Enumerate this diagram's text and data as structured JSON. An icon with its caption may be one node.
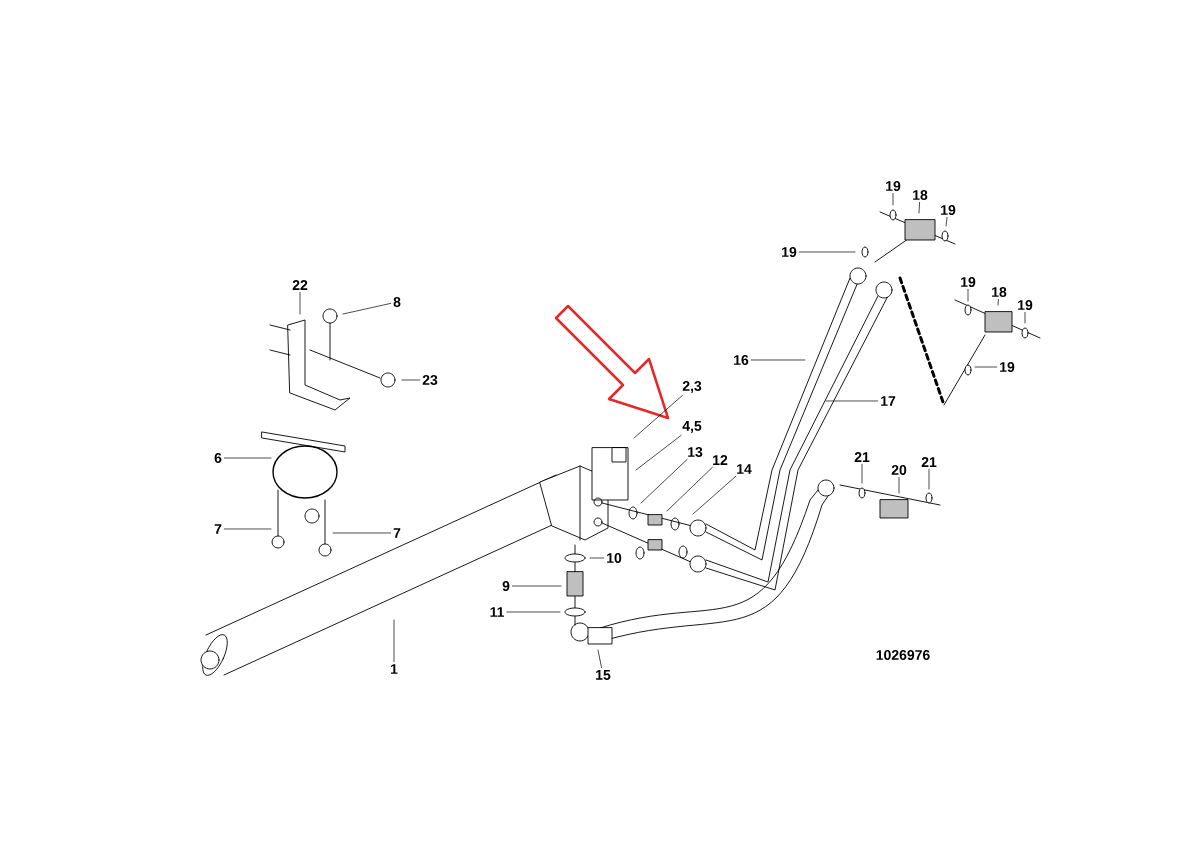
{
  "diagram": {
    "nodes": [
      {
        "text": [
          "19"
        ]
      },
      {
        "text": [
          "18"
        ]
      },
      {
        "text": [
          "19"
        ]
      },
      {
        "text": [
          "19"
        ]
      },
      {
        "text": [
          "22"
        ]
      },
      {
        "text": [
          "19"
        ]
      },
      {
        "text": [
          "18"
        ]
      },
      {
        "text": [
          "19"
        ]
      },
      {
        "text": [
          "8"
        ]
      },
      {
        "text": [
          "16"
        ]
      },
      {
        "text": [
          "19"
        ]
      },
      {
        "text": [
          "23"
        ]
      },
      {
        "text": [
          "2,3"
        ]
      },
      {
        "text": [
          "17"
        ]
      },
      {
        "text": [
          "4,5"
        ]
      },
      {
        "text": [
          "6"
        ]
      },
      {
        "text": [
          "21"
        ]
      },
      {
        "text": [
          "13"
        ]
      },
      {
        "text": [
          "20"
        ]
      },
      {
        "text": [
          "21"
        ]
      },
      {
        "text": [
          "12"
        ]
      },
      {
        "text": [
          "14"
        ]
      },
      {
        "text": [
          "7"
        ]
      },
      {
        "text": [
          "7"
        ]
      },
      {
        "text": [
          "10"
        ]
      },
      {
        "text": [
          "9"
        ]
      },
      {
        "text": [
          "11"
        ]
      },
      {
        "text": [
          "1"
        ]
      },
      {
        "text": [
          "15"
        ]
      }
    ],
    "edges": [
      {
        "from": 0,
        "to": null,
        "arrow": "none"
      },
      {
        "from": 1,
        "to": null,
        "arrow": "none"
      },
      {
        "from": 2,
        "to": null,
        "arrow": "none"
      },
      {
        "from": 3,
        "to": null,
        "arrow": "none"
      },
      {
        "from": 4,
        "to": null,
        "arrow": "none"
      },
      {
        "from": 5,
        "to": null,
        "arrow": "none"
      },
      {
        "from": 6,
        "to": null,
        "arrow": "none"
      },
      {
        "from": 7,
        "to": null,
        "arrow": "none"
      },
      {
        "from": 8,
        "to": null,
        "arrow": "none"
      },
      {
        "from": 9,
        "to": null,
        "arrow": "none"
      },
      {
        "from": 10,
        "to": null,
        "arrow": "none"
      },
      {
        "from": 11,
        "to": null,
        "arrow": "none"
      },
      {
        "from": 12,
        "to": null,
        "arrow": "none"
      },
      {
        "from": 13,
        "to": null,
        "arrow": "none"
      },
      {
        "from": 14,
        "to": null,
        "arrow": "none"
      },
      {
        "from": 15,
        "to": null,
        "arrow": "none"
      },
      {
        "from": 16,
        "to": null,
        "arrow": "none"
      },
      {
        "from": 17,
        "to": null,
        "arrow": "none"
      },
      {
        "from": 18,
        "to": null,
        "arrow": "none"
      },
      {
        "from": 19,
        "to": null,
        "arrow": "none"
      },
      {
        "from": 20,
        "to": null,
        "arrow": "none"
      },
      {
        "from": 21,
        "to": null,
        "arrow": "none"
      },
      {
        "from": 22,
        "to": null,
        "arrow": "none"
      },
      {
        "from": 23,
        "to": null,
        "arrow": "none"
      },
      {
        "from": 24,
        "to": null,
        "arrow": "none"
      },
      {
        "from": 25,
        "to": null,
        "arrow": "none"
      },
      {
        "from": 26,
        "to": null,
        "arrow": "none"
      },
      {
        "from": 27,
        "to": null,
        "arrow": "none"
      },
      {
        "from": 28,
        "to": null,
        "arrow": "none"
      }
    ],
    "labels": [
      "1026976"
    ]
  }
}
